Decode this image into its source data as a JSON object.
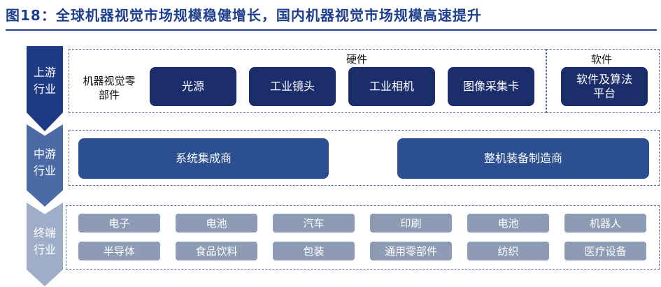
{
  "title": "图18：全球机器视觉市场规模稳健增长，国内机器视觉市场规模高速提升",
  "stages": [
    "上游\n行业",
    "中游\n行业",
    "终端\n行业"
  ],
  "upstream": {
    "hardware_label": "硬件",
    "software_label": "软件",
    "component_label": "机器视觉零\n部件",
    "hardware_items": [
      "光源",
      "工业镜头",
      "工业相机",
      "图像采集卡"
    ],
    "software_item": "软件及算法\n平台"
  },
  "midstream": {
    "items": [
      "系统集成商",
      "整机装备制造商"
    ]
  },
  "terminal": {
    "items": [
      "电子",
      "电池",
      "汽车",
      "印刷",
      "电池",
      "机器人",
      "半导体",
      "食品饮料",
      "包装",
      "通用零部件",
      "纺织",
      "医疗设备"
    ]
  }
}
